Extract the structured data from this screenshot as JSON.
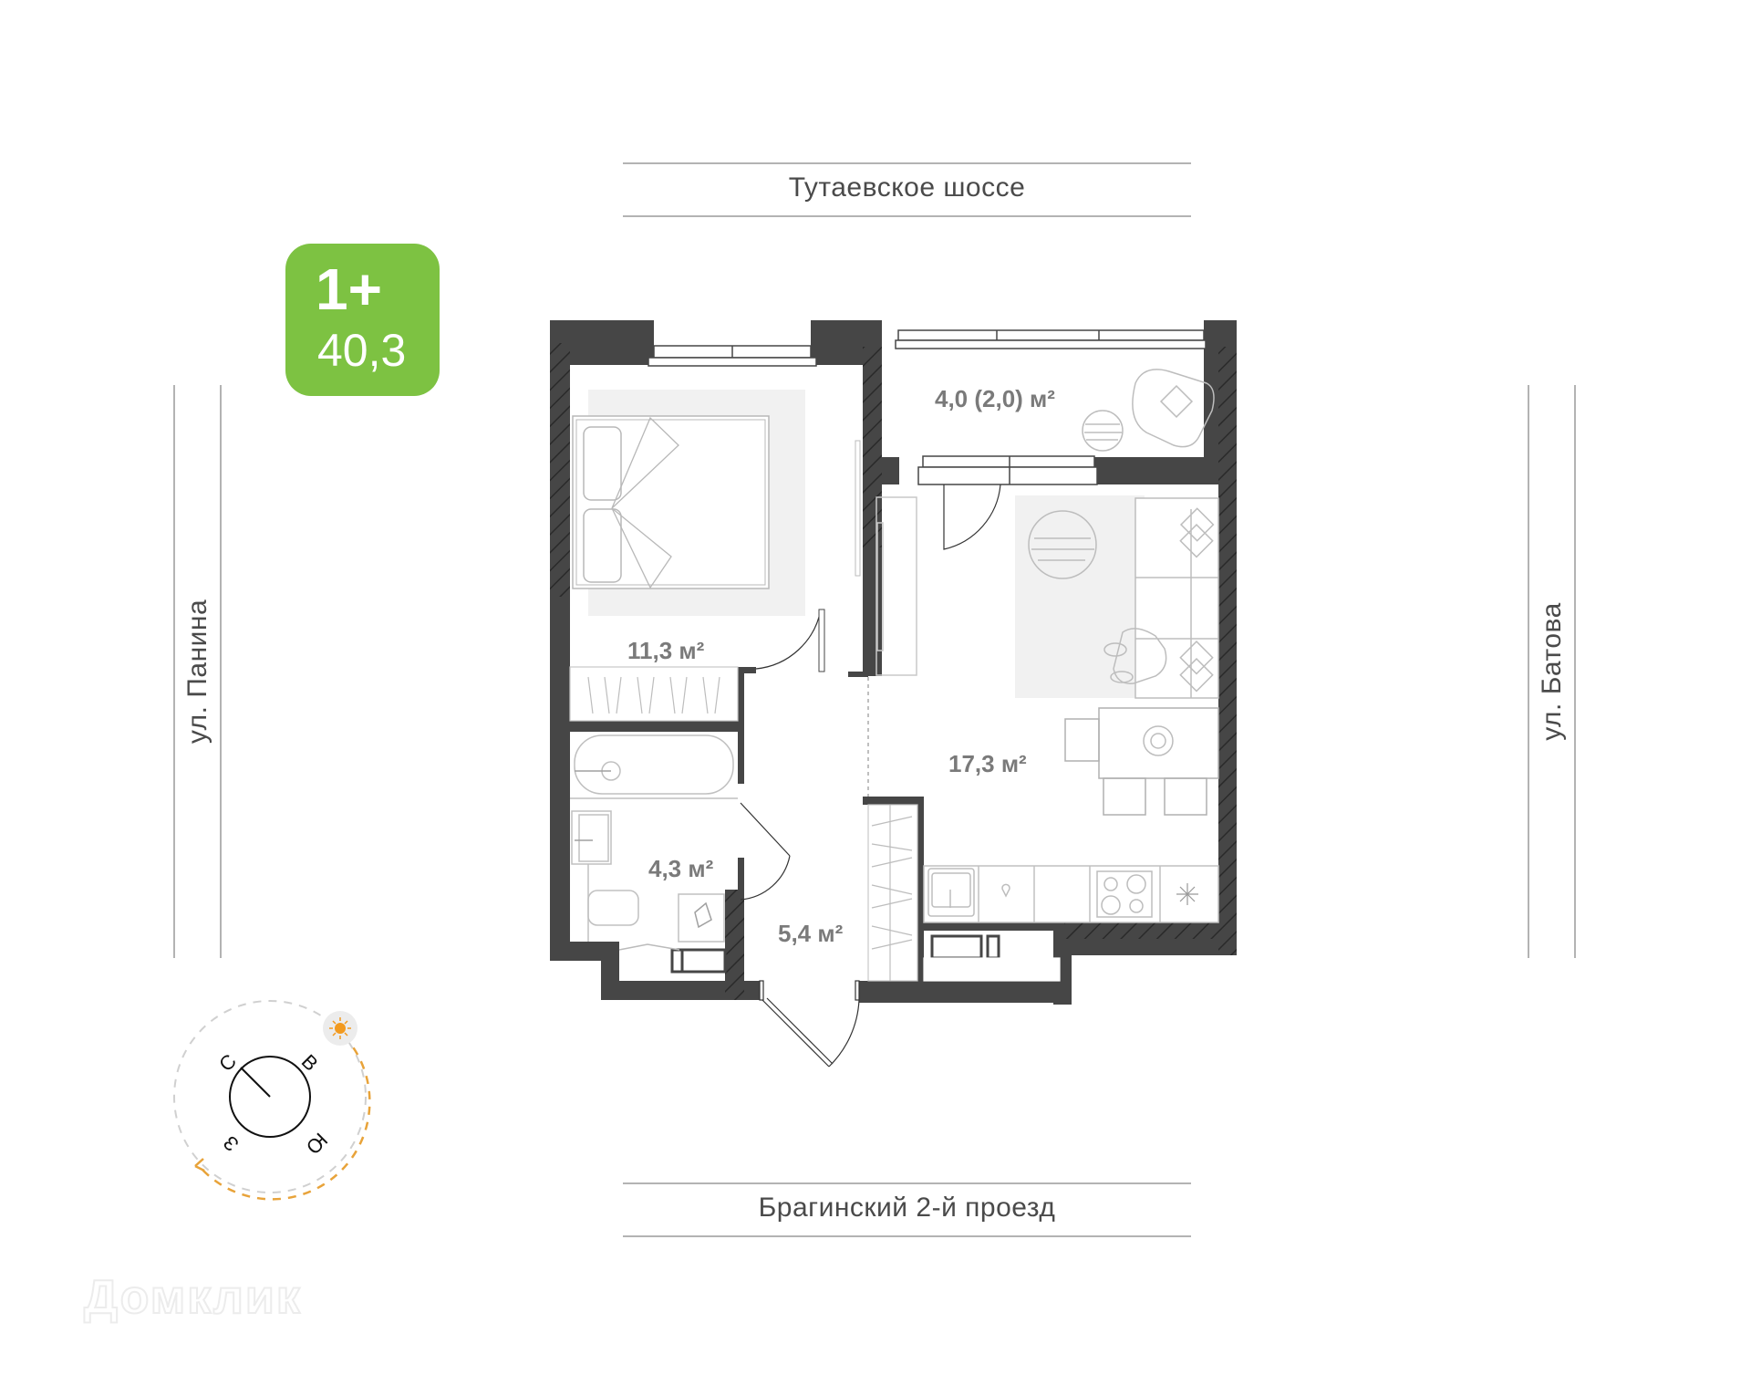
{
  "badge": {
    "rooms": "1+",
    "total_area": "40,3",
    "color": "#7dc242"
  },
  "streets": {
    "top": "Тутаевское шоссе",
    "bottom": "Брагинский 2-й проезд",
    "left": "ул. Панина",
    "right": "ул. Батова"
  },
  "rooms": [
    {
      "id": "bedroom",
      "area": "11,3 м²"
    },
    {
      "id": "balcony",
      "area": "4,0 (2,0) м²"
    },
    {
      "id": "living-kitchen",
      "area": "17,3 м²"
    },
    {
      "id": "bathroom",
      "area": "4,3 м²"
    },
    {
      "id": "hallway",
      "area": "5,4 м²"
    }
  ],
  "compass": {
    "north": "С",
    "east": "В",
    "south": "Ю",
    "west": "З",
    "sun_icon": "sun-icon",
    "sun_color": "#f29a1f"
  },
  "watermark": "Домклик",
  "colors": {
    "wall": "#464646",
    "furniture_line": "#b8b8b8",
    "rug": "#f1f1f1",
    "street_line": "#b3b3b3",
    "label": "#7a7a7a"
  }
}
